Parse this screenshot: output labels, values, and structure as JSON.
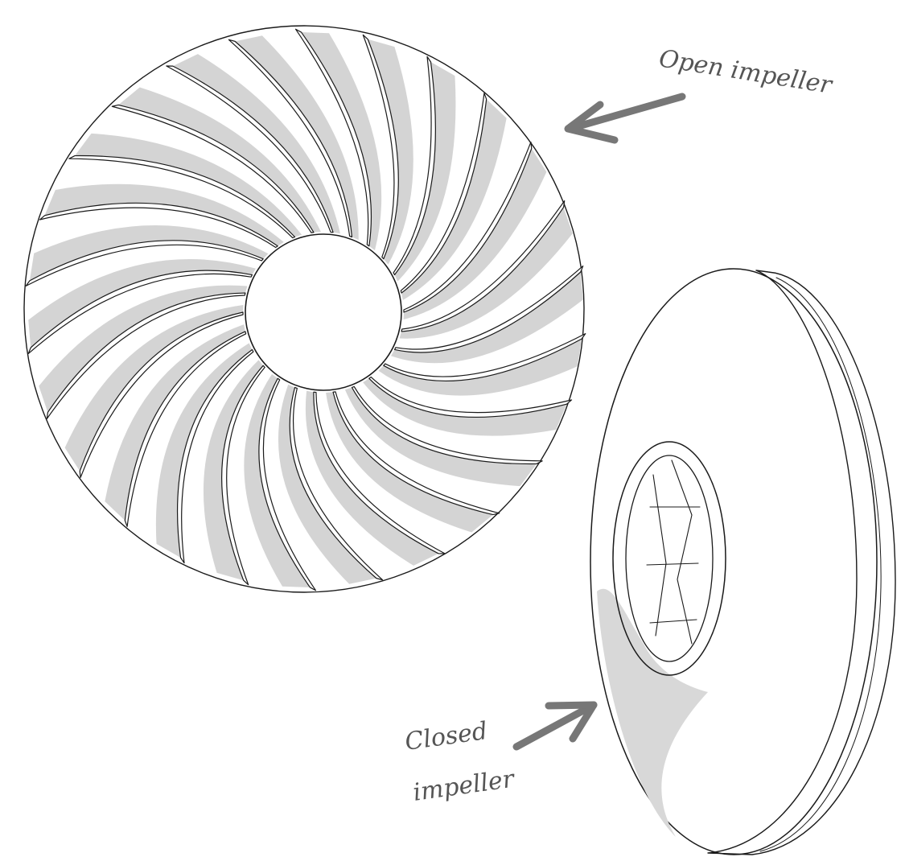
{
  "labels": {
    "open": "Open impeller",
    "closed_line1": "Closed",
    "closed_line2": "impeller"
  },
  "colors": {
    "ink": "#1a1a1a",
    "shade": "#d4d4d4",
    "face": "#f7f7f7",
    "arrow": "#777777",
    "label": "#555555"
  },
  "open_impeller": {
    "blade_count": 26
  }
}
